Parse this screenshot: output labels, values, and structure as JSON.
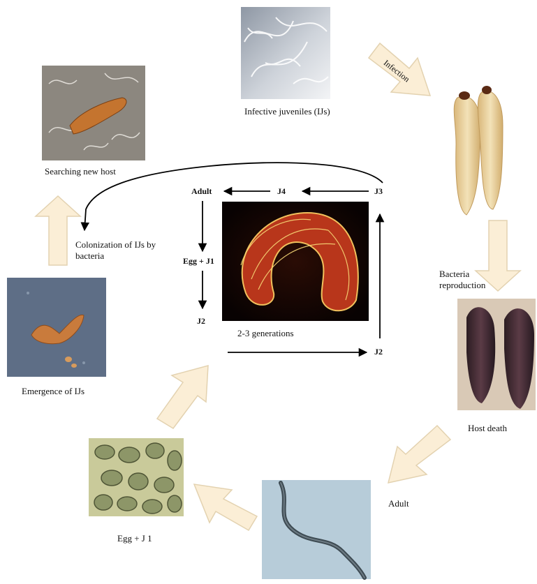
{
  "labels": {
    "infective_juveniles": "Infective juveniles (IJs)",
    "infection": "Infection",
    "searching_new_host": "Searching new host",
    "colonization": "Colonization of IJs by bacteria",
    "bacteria_reproduction": "Bacteria reproduction",
    "host_death": "Host death",
    "emergence": "Emergence of IJs",
    "adult_outer": "Adult",
    "egg_outer": "Egg + J 1",
    "generations": "2-3 generations"
  },
  "stages": {
    "adult": "Adult",
    "j4": "J4",
    "j3": "J3",
    "egg_j1": "Egg + J1",
    "j2_left": "J2",
    "j2_right": "J2"
  },
  "colors": {
    "big_arrow_fill": "#fbeed6",
    "big_arrow_stroke": "#e3d2b0",
    "line": "#000000"
  }
}
